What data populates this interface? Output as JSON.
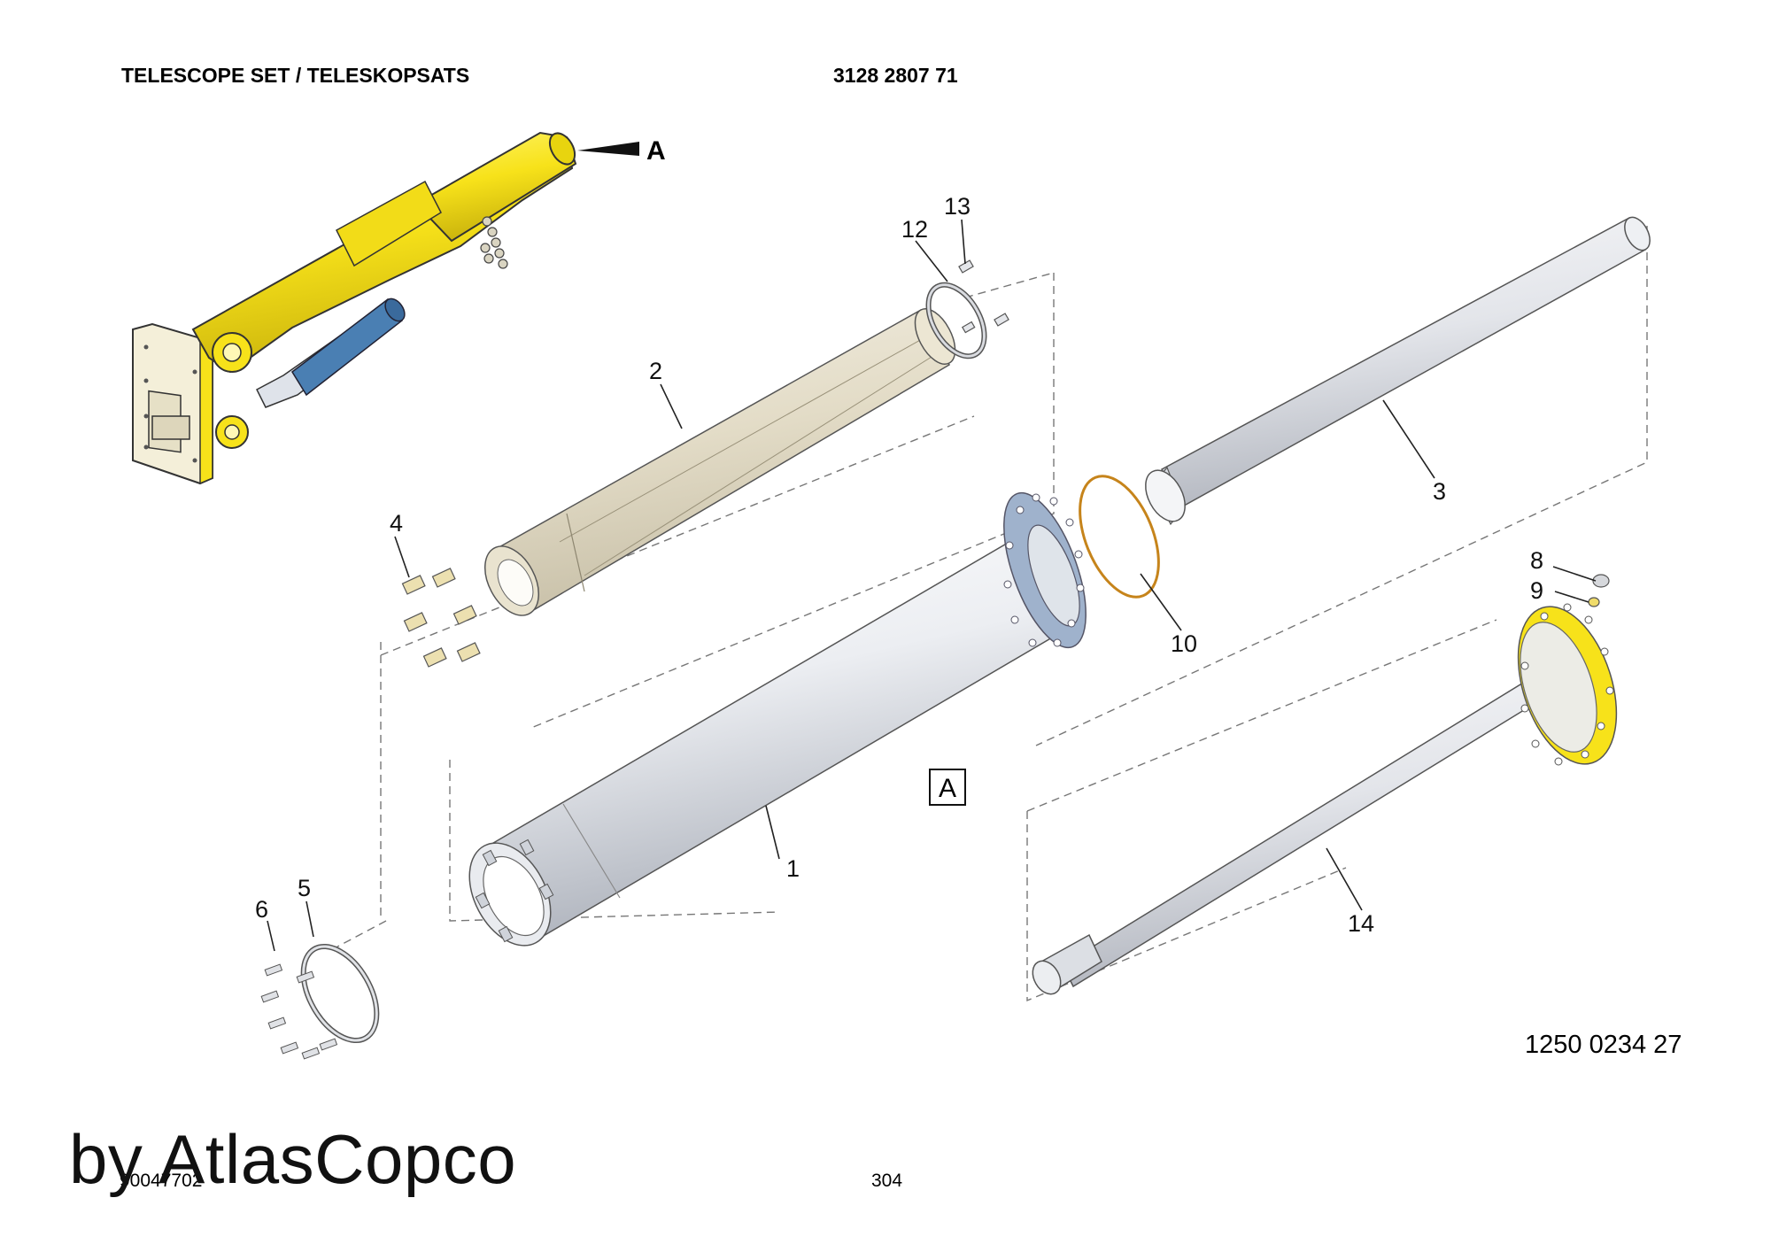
{
  "header": {
    "title": "TELESCOPE SET / TELESKOPSATS",
    "part_number": "3128 2807 71"
  },
  "view_marker": {
    "arrow_label": "A",
    "box_label": "A"
  },
  "callouts": [
    "1",
    "2",
    "3",
    "4",
    "5",
    "6",
    "8",
    "9",
    "10",
    "12",
    "13",
    "14"
  ],
  "drawing_number": "1250 0234 27",
  "page_number": "304",
  "doc_number": "90047702",
  "brand_text": "by AtlasCopco",
  "colors": {
    "boom_yellow": "#f7e21a",
    "cylinder_blue": "#4a7fb3",
    "flange_blue": "#9fb2cc",
    "ring_orange": "#d88a1e",
    "tube_light": "#f0f0f0",
    "tube_shade": "#b8bcc4",
    "profile_beige": "#e7e1cf"
  }
}
